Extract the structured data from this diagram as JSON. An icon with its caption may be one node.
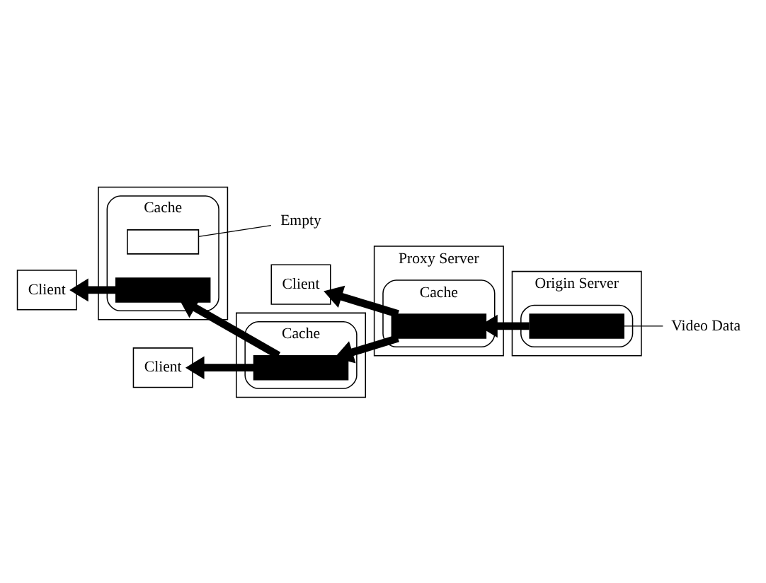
{
  "diagram": {
    "nodes": [
      {
        "text": [
          "Proxy Server"
        ]
      },
      {
        "text": [
          "Cache"
        ],
        "in": 0
      },
      {
        "text": [],
        "shape": "bar",
        "in": 1
      },
      {
        "text": [
          "Origin Server"
        ]
      },
      {
        "text": [],
        "shape": "cylinder",
        "in": 3
      },
      {
        "text": [],
        "shape": "bar",
        "in": 4
      },
      {
        "text": [
          "Video Data"
        ]
      },
      {
        "text": [
          "Client"
        ]
      },
      {
        "text": [],
        "shape": "box"
      },
      {
        "text": [
          "Cache"
        ],
        "in": 8
      },
      {
        "text": [],
        "shape": "bar",
        "in": 9
      },
      {
        "text": [
          "Client"
        ]
      },
      {
        "text": [],
        "shape": "box"
      },
      {
        "text": [
          "Cache"
        ],
        "in": 12
      },
      {
        "text": [],
        "shape": "bar",
        "in": 13
      },
      {
        "text": [],
        "shape": "box",
        "in": 13
      },
      {
        "text": [
          "Empty"
        ]
      },
      {
        "text": [
          "Client"
        ]
      }
    ],
    "edges": [
      {
        "from": 5,
        "to": 2,
        "arrow": "to"
      },
      {
        "from": 2,
        "to": 7,
        "arrow": "to"
      },
      {
        "from": 2,
        "to": 10,
        "arrow": "to"
      },
      {
        "from": 10,
        "to": 11,
        "arrow": "to"
      },
      {
        "from": 10,
        "to": 14,
        "arrow": "to"
      },
      {
        "from": 14,
        "to": 17,
        "arrow": "to"
      },
      {
        "from": 6,
        "to": 5,
        "arrow": "none"
      },
      {
        "from": 16,
        "to": 15,
        "arrow": "none"
      }
    ]
  }
}
